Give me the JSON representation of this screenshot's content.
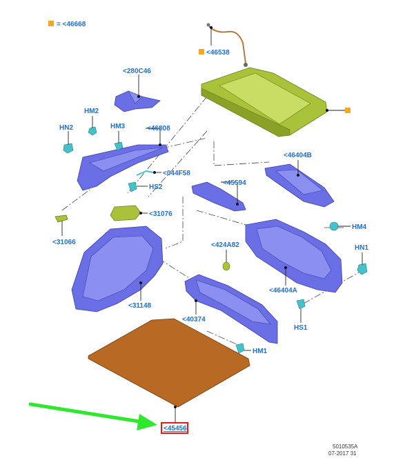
{
  "legend": {
    "symbol_color": "#f5a623",
    "text": "= <46668"
  },
  "labels": {
    "p46538": "<46538",
    "p280C46": "<280C46",
    "HM2": "HM2",
    "HN2": "HN2",
    "HM3": "HM3",
    "p46808": "<46808",
    "p044F58": "<044F58",
    "HS2": "HS2",
    "p45594": "<45594",
    "p46404B": "<46404B",
    "p31076": "<31076",
    "p31066": "<31066",
    "HM4": "HM4",
    "p424A82": "<424A82",
    "HN1": "HN1",
    "p31148": "<31148",
    "p46404A": "<46404A",
    "p40374": "<40374",
    "HS1": "HS1",
    "HM1": "HM1",
    "p45456": "<45456"
  },
  "footer": {
    "drawing_number": "5010535A",
    "date_code": "07-2017 31"
  },
  "colors": {
    "label_blue": "#1e6fd0",
    "trim_blue": "#6a6fe6",
    "shelf_green": "#a8c23a",
    "mat_brown": "#b86a24",
    "arrow_green": "#2ee82e",
    "highlight_red": "#e01a1a",
    "legend_orange": "#f5a623"
  }
}
